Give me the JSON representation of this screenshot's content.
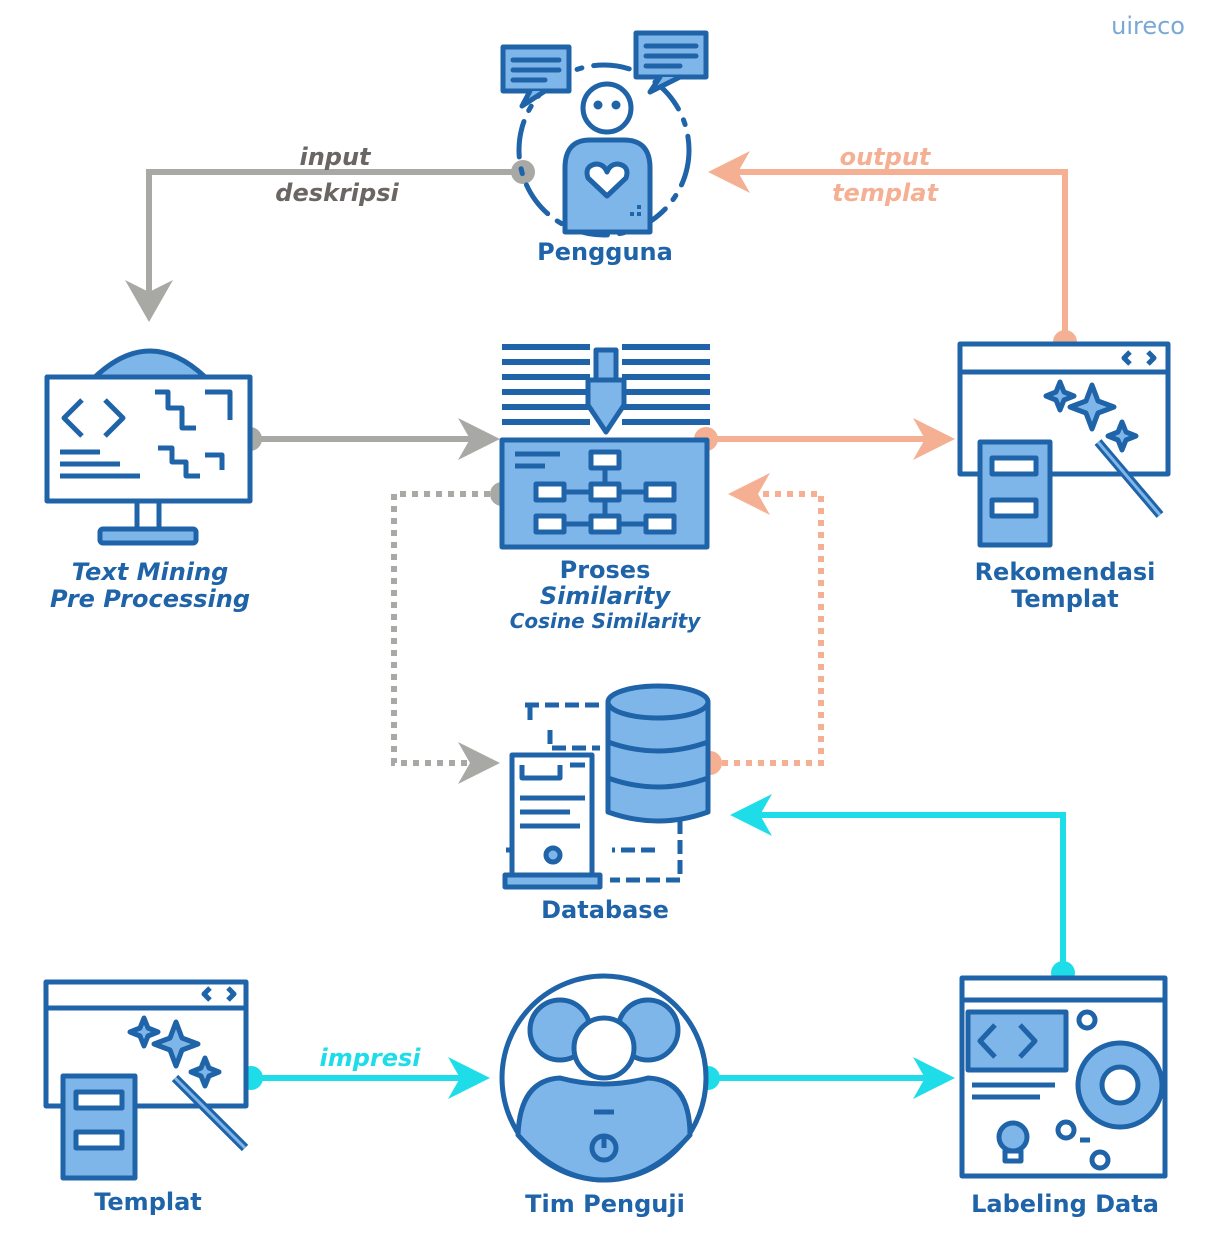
{
  "logo": {
    "text": "uireco"
  },
  "nodes": {
    "pengguna": {
      "label": "Pengguna"
    },
    "text_mining": {
      "line1": "Text Mining",
      "line2": "Pre Processing"
    },
    "proses": {
      "line1": "Proses",
      "line2": "Similarity",
      "line3": "Cosine Similarity"
    },
    "rekomendasi": {
      "line1": "Rekomendasi",
      "line2": "Templat"
    },
    "database": {
      "label": "Database"
    },
    "templat": {
      "label": "Templat"
    },
    "tim_penguji": {
      "label": "Tim Penguji"
    },
    "labeling": {
      "label": "Labeling Data"
    }
  },
  "edges": {
    "input_deskripsi": {
      "line1": "input",
      "line2": "deskripsi"
    },
    "output_templat": {
      "line1": "output",
      "line2": "templat"
    },
    "impresi": {
      "label": "impresi"
    }
  },
  "colors": {
    "primary": "#1f63a8",
    "fill": "#7fb6ea",
    "gray": "#a8a8a4",
    "gray_text": "#6b6663",
    "salmon": "#f5b094",
    "cyan": "#1fdde8"
  }
}
